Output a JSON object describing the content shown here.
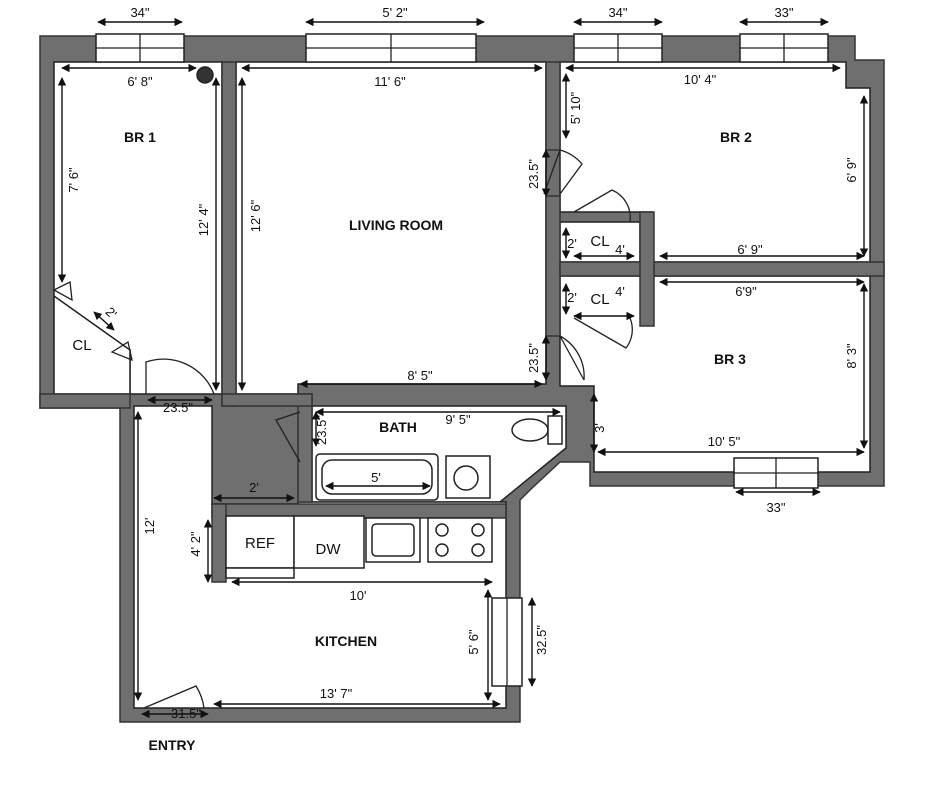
{
  "rooms": {
    "br1": "BR 1",
    "living": "LIVING ROOM",
    "br2": "BR 2",
    "br3": "BR 3",
    "bath": "BATH",
    "kitchen": "KITCHEN",
    "cl1": "CL",
    "cl2": "CL",
    "cl3": "CL",
    "entry": "ENTRY"
  },
  "fixtures": {
    "ref": "REF",
    "dw": "DW"
  },
  "dimensions": {
    "win_br1": "34\"",
    "win_living": "5' 2\"",
    "win_br2a": "34\"",
    "win_br2b": "33\"",
    "win_br3": "33\"",
    "br1_width": "6' 8\"",
    "br1_depth": "7' 6\"",
    "br1_right": "12' 4\"",
    "cl1_diag": "2'",
    "br1_door": "23.5\"",
    "living_width": "11' 6\"",
    "living_depth": "12' 6\"",
    "living_bottom": "8' 5\"",
    "br2_width": "10' 4\"",
    "br2_notch": "5' 10\"",
    "br2_door": "23.5\"",
    "br2_right": "6' 9\"",
    "cl2_depth": "2'",
    "cl2_width": "4'",
    "br2_bottom": "6' 9\"",
    "br3_top": "6'9\"",
    "cl3_depth": "2'",
    "cl3_width": "4'",
    "br3_door": "23.5\"",
    "br3_right": "8' 3\"",
    "br3_left": "3'",
    "br3_bottom": "10' 5\"",
    "bath_width": "9' 5\"",
    "bath_door": "23.5\"",
    "tub": "5'",
    "counter": "2'",
    "counter_depth": "4' 2\"",
    "hall": "12'",
    "kitchen_width": "10'",
    "kitchen_depth": "5' 6\"",
    "kitchen_window": "32.5\"",
    "kitchen_bottom": "13' 7\"",
    "entry_door": "31.5\""
  }
}
